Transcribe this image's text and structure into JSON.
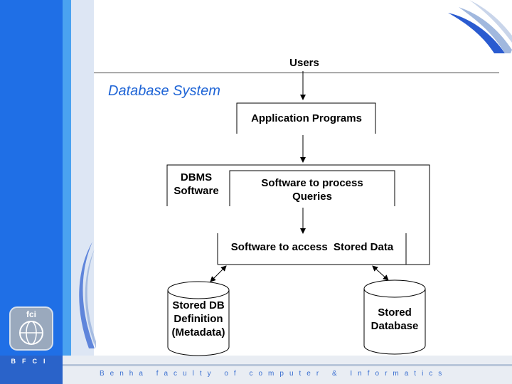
{
  "slide": {
    "title": "Database System",
    "users": "Users",
    "application_programs": "Application Programs",
    "dbms_label_line1": "DBMS",
    "dbms_label_line2": "Software",
    "process_queries_line1": "Software to process",
    "process_queries_line2": "Queries",
    "access_stored_data": "Software to access  Stored Data",
    "stored_db_def_line1": "Stored DB",
    "stored_db_def_line2": "Definition",
    "stored_db_def_line3": "(Metadata)",
    "stored_database_line1": "Stored",
    "stored_database_line2": "Database"
  },
  "footer": {
    "left_text": "BFCI",
    "text": "Benha faculty of computer & Informatics",
    "logo_text": "fci"
  },
  "colors": {
    "accent_blue": "#1f6fe6",
    "title_blue": "#1e64d6"
  }
}
